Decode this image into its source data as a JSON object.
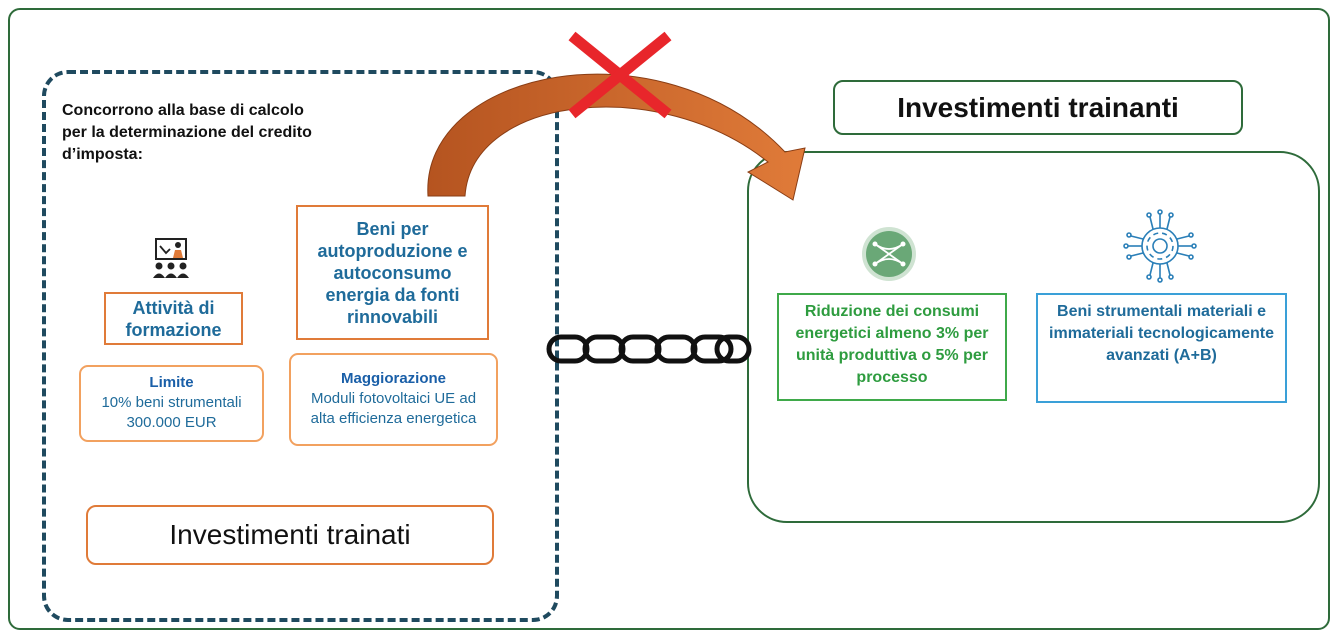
{
  "left_panel": {
    "intro": "Concorrono alla base di calcolo per la determinazione del credito d’imposta:",
    "beni_label": "Beni per autoproduzione e autoconsumo energia da fonti rinnovabili",
    "formazione_label": "Attività di formazione",
    "limite": {
      "title": "Limite",
      "line1": "10% beni strumentali",
      "line2": "300.000 EUR"
    },
    "maggiorazione": {
      "title": "Maggiorazione",
      "line1": "Moduli fotovoltaici UE ad",
      "line2": "alta efficienza energetica"
    },
    "footer_title": "Investimenti trainati"
  },
  "right_panel": {
    "title": "Investimenti trainanti",
    "riduzione_label": "Riduzione dei consumi energetici almeno 3% per unità produttiva o 5% per processo",
    "beni_strumentali_label": "Beni strumentali materiali e immateriali tecnologicamente avanzati (A+B)"
  },
  "icons": [
    "teacher-classroom-icon",
    "network-circle-icon",
    "gear-circuit-icon",
    "red-x-icon",
    "chain-icon",
    "curved-arrow-icon"
  ],
  "colors": {
    "frame": "#2e6b3a",
    "dashed_border": "#1f4a5f",
    "orange": "#e07b39",
    "blue_text": "#1f6b9a",
    "green": "#3fa94a",
    "light_blue": "#3aa0d8",
    "red_x": "#e8262b",
    "arrow": "#c65a1e"
  }
}
